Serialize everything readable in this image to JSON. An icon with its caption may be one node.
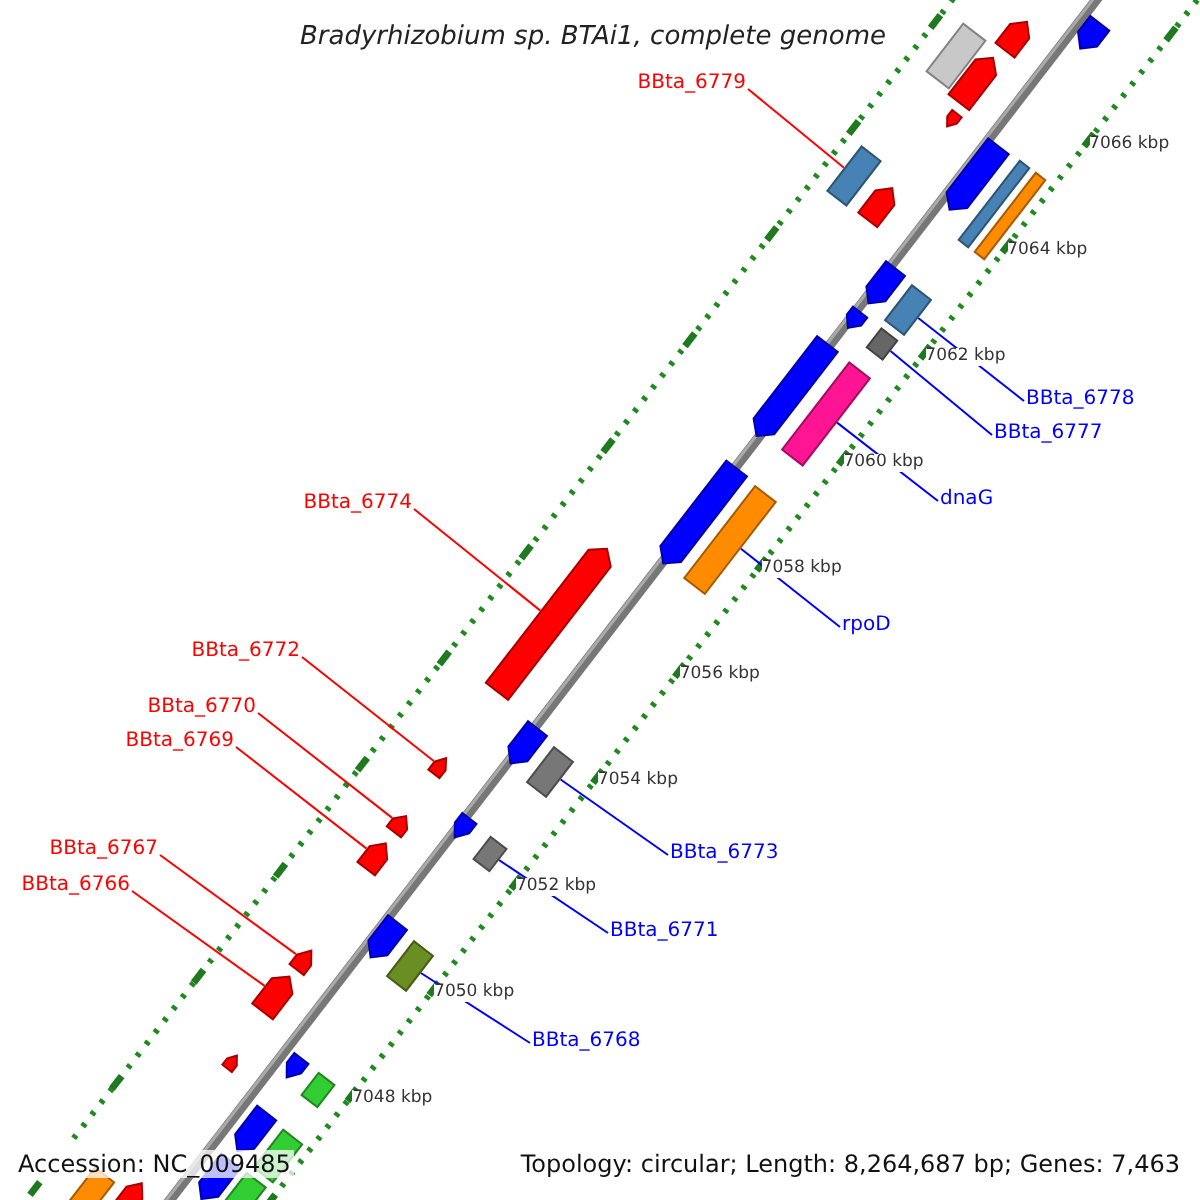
{
  "diagram": {
    "title": "Bradyrhizobium sp. BTAi1, complete genome",
    "nodes": [
      {
        "text": [
          "BBta_6779"
        ]
      },
      {
        "text": [
          "BBta_6778"
        ]
      },
      {
        "text": [
          "BBta_6777"
        ]
      },
      {
        "text": [
          "dnaG"
        ]
      },
      {
        "text": [
          "BBta_6774"
        ]
      },
      {
        "text": [
          "rpoD"
        ]
      },
      {
        "text": [
          "BBta_6772"
        ]
      },
      {
        "text": [
          "BBta_6770"
        ]
      },
      {
        "text": [
          "BBta_6769"
        ]
      },
      {
        "text": [
          "BBta_6767"
        ]
      },
      {
        "text": [
          "BBta_6773"
        ]
      },
      {
        "text": [
          "BBta_6766"
        ]
      },
      {
        "text": [
          "BBta_6771"
        ]
      },
      {
        "text": [
          "BBta_6768"
        ]
      },
      {
        "text": [],
        "shape": "bar"
      },
      {
        "text": [],
        "shape": "bar"
      },
      {
        "text": [],
        "shape": "bar"
      },
      {
        "text": [],
        "shape": "bar"
      },
      {
        "text": [],
        "shape": "bar"
      },
      {
        "text": [],
        "shape": "arrow"
      },
      {
        "text": [],
        "shape": "arrow"
      },
      {
        "text": [],
        "shape": "bar"
      },
      {
        "text": [],
        "shape": "arrow"
      },
      {
        "text": [],
        "shape": "bar"
      },
      {
        "text": [],
        "shape": "arrow"
      },
      {
        "text": [],
        "shape": "arrow"
      },
      {
        "text": [],
        "shape": "bar"
      },
      {
        "text": [],
        "shape": "arrow"
      },
      {
        "text": [],
        "shape": "bar"
      },
      {
        "text": [],
        "shape": "arrow"
      },
      {
        "text": [],
        "shape": "arrow"
      },
      {
        "text": [],
        "shape": "arrow"
      },
      {
        "text": [],
        "shape": "arrow"
      },
      {
        "text": [],
        "shape": "arrow"
      },
      {
        "text": [],
        "shape": "arrow"
      },
      {
        "text": [],
        "shape": "bar"
      },
      {
        "text": [],
        "shape": "bar"
      },
      {
        "text": [],
        "shape": "arrow"
      },
      {
        "text": [],
        "shape": "arrow"
      },
      {
        "text": [],
        "shape": "arrow"
      },
      {
        "text": [],
        "shape": "arrow"
      },
      {
        "text": [],
        "shape": "arrow"
      },
      {
        "text": [],
        "shape": "arrow"
      },
      {
        "text": [],
        "shape": "arrow"
      },
      {
        "text": [],
        "shape": "arrow"
      },
      {
        "text": [],
        "shape": "arrow"
      },
      {
        "text": [],
        "shape": "bar"
      },
      {
        "text": [],
        "shape": "arrow"
      },
      {
        "text": [],
        "shape": "bar"
      },
      {
        "text": [],
        "shape": "arrow"
      },
      {
        "text": [],
        "shape": "bar"
      },
      {
        "text": [],
        "shape": "bar"
      },
      {
        "text": [],
        "shape": "arrow"
      }
    ],
    "edges": [
      {
        "from": 0,
        "to": 14,
        "arrow": "none"
      },
      {
        "from": 1,
        "to": 15,
        "arrow": "none",
        "color": "#0000ff"
      },
      {
        "from": 2,
        "to": 16,
        "arrow": "none",
        "color": "#0000ff"
      },
      {
        "from": 3,
        "to": 17,
        "arrow": "none",
        "color": "#0000ff"
      },
      {
        "from": 4,
        "to": 19,
        "arrow": "none"
      },
      {
        "from": 5,
        "to": 18,
        "arrow": "none",
        "color": "#0000ff"
      },
      {
        "from": 6,
        "to": 20,
        "arrow": "none"
      },
      {
        "from": 7,
        "to": 22,
        "arrow": "none"
      },
      {
        "from": 8,
        "to": 24,
        "arrow": "none"
      },
      {
        "from": 9,
        "to": 25,
        "arrow": "none"
      },
      {
        "from": 10,
        "to": 21,
        "arrow": "none",
        "color": "#0000ff"
      },
      {
        "from": 11,
        "to": 27,
        "arrow": "none"
      },
      {
        "from": 12,
        "to": 23,
        "arrow": "none",
        "color": "#0000ff"
      },
      {
        "from": 13,
        "to": 26,
        "arrow": "none",
        "color": "#0000ff"
      }
    ],
    "labels": [
      "7066 kbp",
      "7064 kbp",
      "7062 kbp",
      "7060 kbp",
      "7058 kbp",
      "7056 kbp",
      "7054 kbp",
      "7052 kbp",
      "7050 kbp",
      "7048 kbp",
      "Accession: NC_009485",
      "Topology: circular; Length: 8,264,687 bp; Genes: 7,463"
    ]
  }
}
